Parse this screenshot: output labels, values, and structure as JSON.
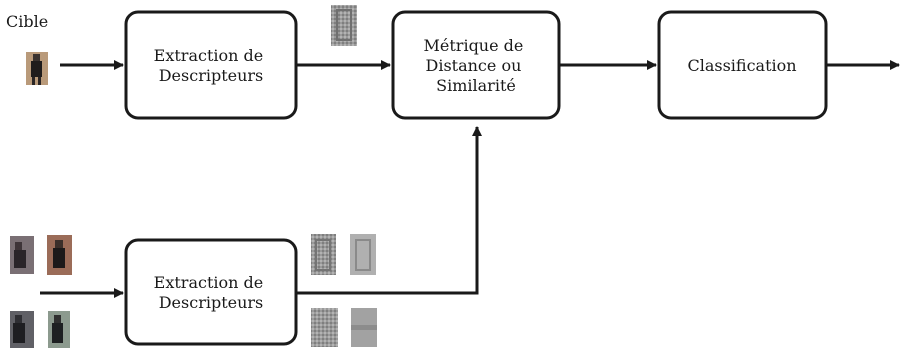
{
  "labels": {
    "target": "Cible"
  },
  "nodes": {
    "extraction_top": [
      "Extraction de",
      "Descripteurs"
    ],
    "metric": [
      "Métrique de",
      "Distance ou",
      "Similarité"
    ],
    "classification": [
      "Classification"
    ],
    "extraction_bottom": [
      "Extraction de",
      "Descripteurs"
    ]
  },
  "colors": {
    "stroke": "#1a1a1a",
    "background": "#ffffff"
  }
}
